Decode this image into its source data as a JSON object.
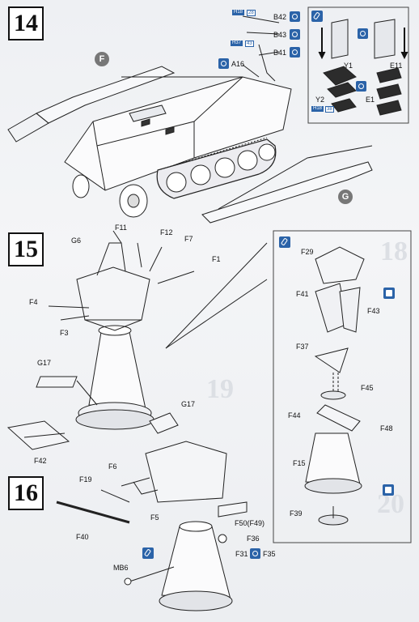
{
  "steps": {
    "s14": "14",
    "s15": "15",
    "s16": "16"
  },
  "sections": {
    "F": "F",
    "G": "G"
  },
  "step14": {
    "labels": {
      "B42": "B42",
      "B43": "B43",
      "B41": "B41",
      "A16": "A16",
      "Y1": "Y1",
      "E11": "E11",
      "Y2": "Y2",
      "E1": "E1"
    },
    "tags": {
      "h18_a": "H18",
      "h18_a_val": "28",
      "h37": "H37",
      "h37_val": "43",
      "h18_b": "H18",
      "h18_b_val": "38"
    }
  },
  "step15": {
    "labels": {
      "F11": "F11",
      "F12": "F12",
      "G6": "G6",
      "F7": "F7",
      "F1": "F1",
      "F4": "F4",
      "F3": "F3",
      "G17a": "G17",
      "G17b": "G17",
      "F42": "F42"
    },
    "inset": {
      "F29": "F29",
      "F41": "F41",
      "F43": "F43",
      "F37": "F37",
      "F45": "F45",
      "F44": "F44",
      "F48": "F48",
      "F15": "F15",
      "F39": "F39"
    }
  },
  "step16": {
    "labels": {
      "F6": "F6",
      "F19": "F19",
      "F5": "F5",
      "F40": "F40",
      "F50": "F50(F49)",
      "F36": "F36",
      "F31": "F31",
      "F35": "F35",
      "MB6": "MB6"
    }
  },
  "ghost_numbers": {
    "g18": "18",
    "g19": "19",
    "g20": "20"
  },
  "colors": {
    "accent": "#2b63a8",
    "circle": "#777777",
    "line": "#222222"
  }
}
